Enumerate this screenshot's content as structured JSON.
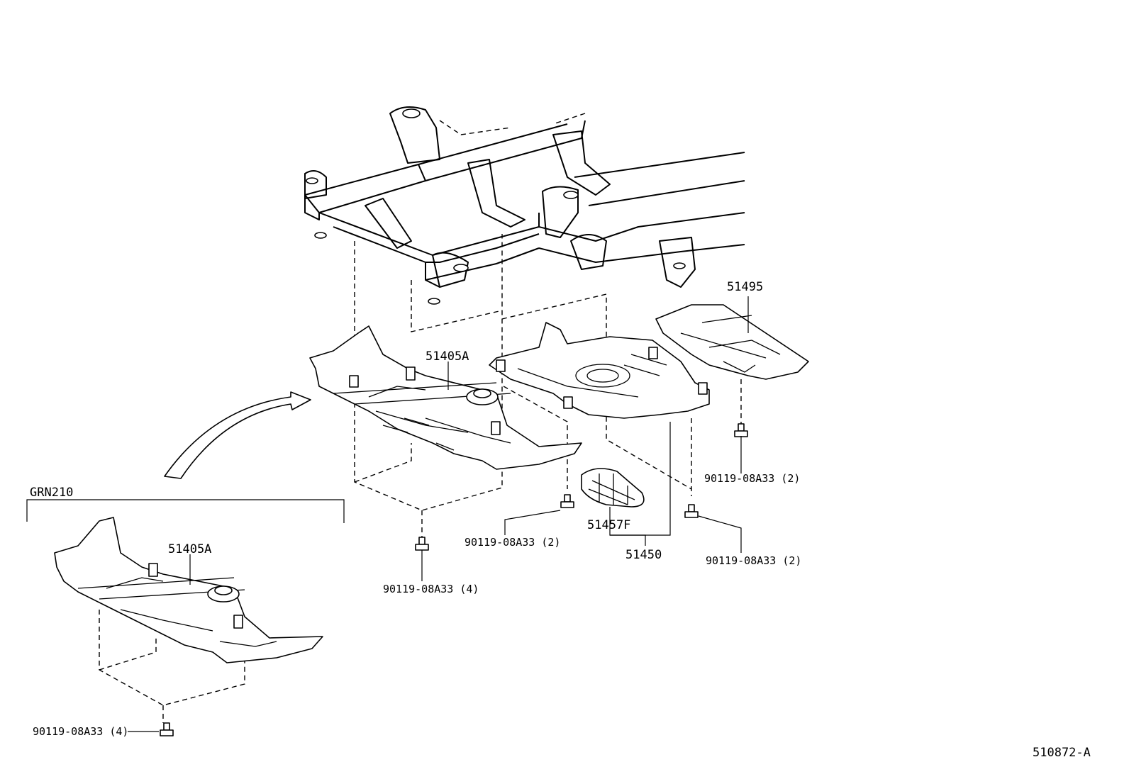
{
  "figure_code": "510872-A",
  "variant_label": "GRN210",
  "callouts": {
    "shield_a": "51405A",
    "shield_a_variant": "51405A",
    "rear_cover": "51495",
    "plate": "51457F",
    "center_cover": "51450",
    "bolt_front_4": "90119-08A33 (4)",
    "bolt_mid_2": "90119-08A33 (2)",
    "bolt_right_2a": "90119-08A33 (2)",
    "bolt_right_2b": "90119-08A33 (2)",
    "bolt_variant_4": "90119-08A33 (4)"
  },
  "colors": {
    "line": "#000000",
    "background": "#ffffff"
  }
}
